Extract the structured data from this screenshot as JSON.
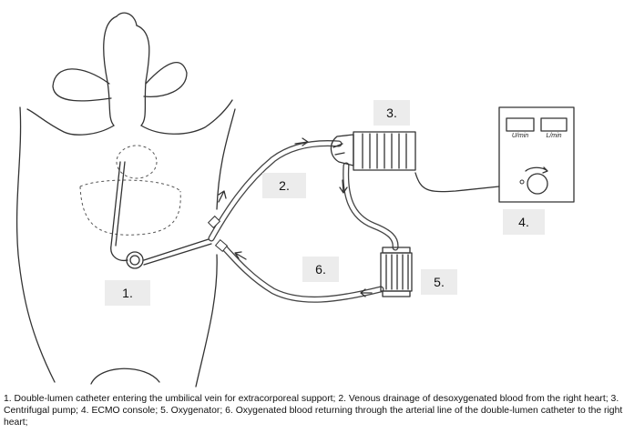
{
  "labels": {
    "l1": "1.",
    "l2": "2.",
    "l3": "3.",
    "l4": "4.",
    "l5": "5.",
    "l6": "6."
  },
  "console": {
    "readout_left": "U/min",
    "readout_right": "L/min"
  },
  "caption": "1. Double-lumen catheter entering the umbilical vein for extracorporeal support; 2. Venous drainage of desoxygenated blood from the right heart; 3. Centrifugal pump; 4. ECMO console; 5. Oxygenator; 6. Oxygenated blood returning through the arterial line of the double-lumen catheter to the right heart;"
}
